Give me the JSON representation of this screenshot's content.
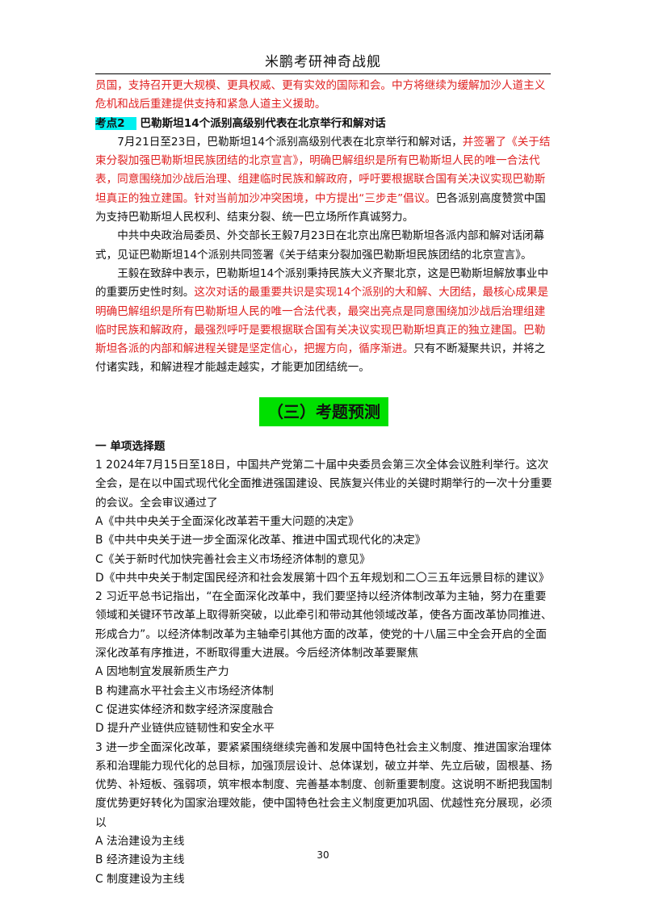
{
  "header": {
    "title": "米鹏考研神奇战舰"
  },
  "intro": {
    "text": "员国，支持召开更大规模、更具权威、更有实效的国际和会。中方将继续为缓解加沙人道主义危机和战后重建提供支持和紧急人道主义援助。"
  },
  "kaodian": {
    "tag": "考点2",
    "title": "巴勒斯坦14个派别高级别代表在北京举行和解对话",
    "p1a": "7月21日至23日，巴勒斯坦14个派别高级别代表在北京举行和解对话，",
    "p1b": "并签署了《关于结束分裂加强巴勒斯坦民族团结的北京宣言》，明确巴解组织是所有巴勒斯坦人民的唯一合法代表，同意围绕加沙战后治理、组建临时民族和解政府，呼吁要根据联合国有关决议实现巴勒斯坦真正的独立建国。针对当前加沙冲突困境，中方提出“三步走”倡议。",
    "p1c": "巴各派别高度赞赏中国为支持巴勒斯坦人民权利、结束分裂、统一巴立场所作真诚努力。",
    "p2": "中共中央政治局委员、外交部长王毅7月23日在北京出席巴勒斯坦各派内部和解对话闭幕式，见证巴勒斯坦14个派别共同签署《关于结束分裂加强巴勒斯坦民族团结的北京宣言》。",
    "p3a": "王毅在致辞中表示，巴勒斯坦14个派别秉持民族大义齐聚北京，这是巴勒斯坦解放事业中的重要历史性时刻。",
    "p3b": "这次对话的最重要共识是实现14个派别的大和解、大团结，最核心成果是明确巴解组织是所有巴勒斯坦人民的唯一合法代表，最突出亮点是同意围绕加沙战后治理组建临时民族和解政府，最强烈呼吁是要根据联合国有关决议实现巴勒斯坦真正的独立建国。巴勒斯坦各派的内部和解进程关键是坚定信心，把握方向，循序渐进。",
    "p3c": "只有不断凝聚共识，并将之付诸实践，和解进程才能越走越实，才能更加团结统一。"
  },
  "section": {
    "title": "（三）考题预测"
  },
  "questions": {
    "heading": "一 单项选择题",
    "q1": {
      "stem": "1 2024年7月15日至18日，中国共产党第二十届中央委员会第三次全体会议胜利举行。这次全会，是在以中国式现代化全面推进强国建设、民族复兴伟业的关键时期举行的一次十分重要的会议。全会审议通过了",
      "a": "A《中共中央关于全面深化改革若干重大问题的决定》",
      "b": "B《中共中央关于进一步全面深化改革、推进中国式现代化的决定》",
      "c": "C《关于新时代加快完善社会主义市场经济体制的意见》",
      "d": "D《中共中央关于制定国民经济和社会发展第十四个五年规划和二〇三五年远景目标的建议》"
    },
    "q2": {
      "stem": "2 习近平总书记指出，“在全面深化改革中，我们要坚持以经济体制改革为主轴，努力在重要领域和关键环节改革上取得新突破，以此牵引和带动其他领域改革，使各方面改革协同推进、形成合力”。以经济体制改革为主轴牵引其他方面的改革，使党的十八届三中全会开启的全面深化改革有序推进，不断取得重大进展。今后经济体制改革要聚焦",
      "a": "A 因地制宜发展新质生产力",
      "b": "B 构建高水平社会主义市场经济体制",
      "c": "C 促进实体经济和数字经济深度融合",
      "d": "D 提升产业链供应链韧性和安全水平"
    },
    "q3": {
      "stem": "3 进一步全面深化改革，要紧紧围绕继续完善和发展中国特色社会主义制度、推进国家治理体系和治理能力现代化的总目标，加强顶层设计、总体谋划，破立并举、先立后破，固根基、扬优势、补短板、强弱项，筑牢根本制度、完善基本制度、创新重要制度。这说明不断把我国制度优势更好转化为国家治理效能，使中国特色社会主义制度更加巩固、优越性充分展现，必须以",
      "a": "A 法治建设为主线",
      "b": "B 经济建设为主线",
      "c": "C 制度建设为主线"
    }
  },
  "footer": {
    "page_number": "30"
  }
}
